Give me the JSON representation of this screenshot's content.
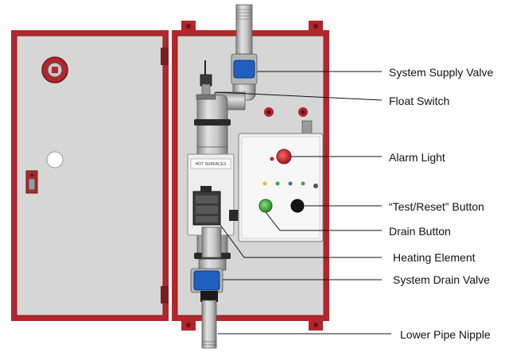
{
  "labels": {
    "system_supply_valve": "System Supply Valve",
    "float_switch": "Float Switch",
    "alarm_light": "Alarm Light",
    "test_reset_button": "“Test/Reset” Button",
    "drain_button": "Drain Button",
    "heating_element": "Heating Element",
    "system_drain_valve": "System Drain Valve",
    "lower_pipe_nipple": "Lower Pipe Nipple"
  },
  "tag_text": "HOT SURFACES",
  "colors": {
    "cabinet_red": "#b3262b",
    "panel_gray": "#d6d6d6",
    "valve_blue": "#1f5fbf",
    "alarm_red": "#c0262c",
    "drain_green": "#3aa83a",
    "test_black": "#151515"
  }
}
